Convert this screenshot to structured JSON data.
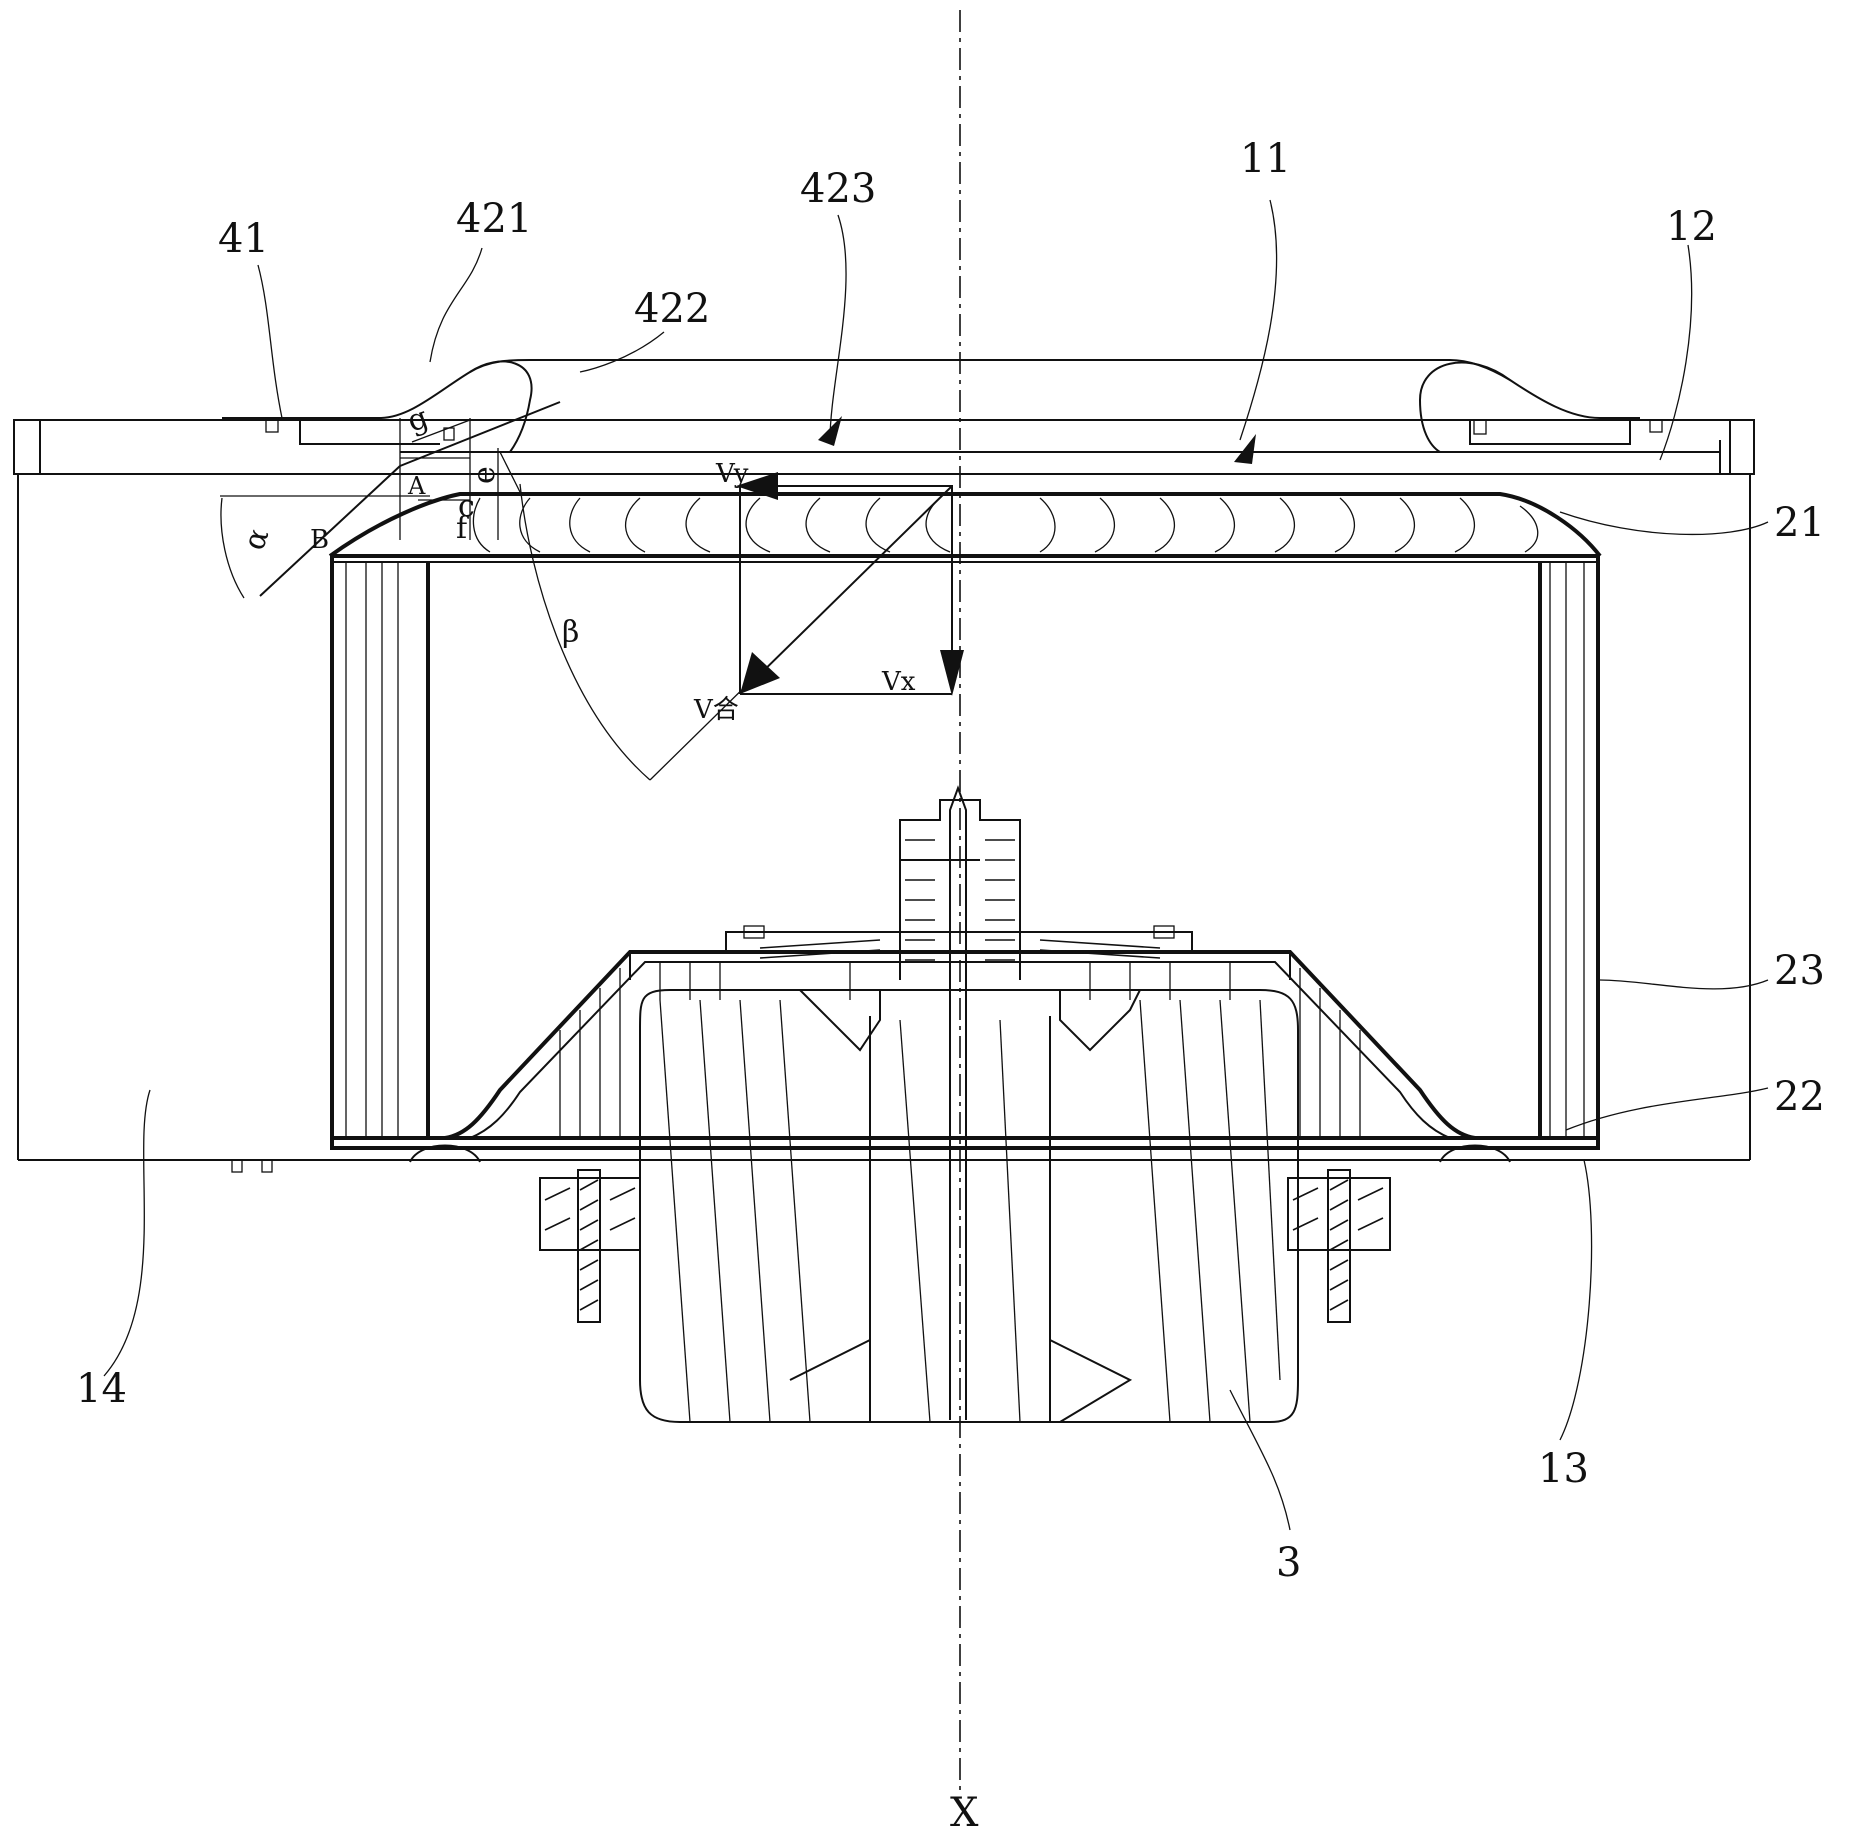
{
  "reference_labels": {
    "r41": "41",
    "r421": "421",
    "r422": "422",
    "r423": "423",
    "r11": "11",
    "r12": "12",
    "r21": "21",
    "r23": "23",
    "r22": "22",
    "r13": "13",
    "r14": "14",
    "r3": "3",
    "axis": "X"
  },
  "symbols": {
    "alpha": "α",
    "beta": "β",
    "point_a": "A",
    "point_b": "B",
    "dim_g": "g",
    "dim_c": "c",
    "dim_e": "e",
    "dim_f": "f"
  },
  "vectors": {
    "vy": "Vy",
    "vx": "Vx",
    "v_resultant": "V合"
  }
}
